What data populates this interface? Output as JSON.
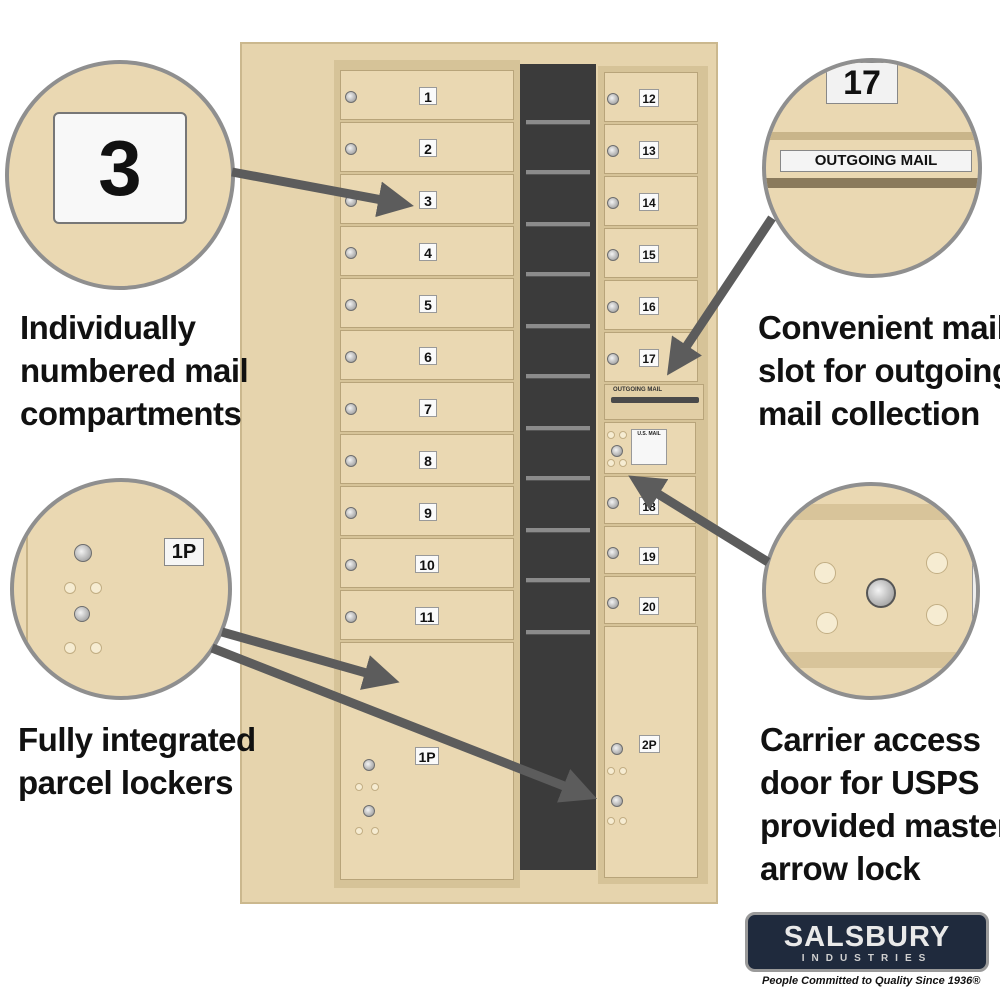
{
  "captions": {
    "compartments": [
      "Individually",
      "numbered mail",
      "compartments"
    ],
    "outgoing": [
      "Convenient mail",
      "slot for outgoing",
      "mail collection"
    ],
    "parcel": [
      "Fully integrated",
      "parcel lockers"
    ],
    "carrier": [
      "Carrier access",
      "door for USPS",
      "provided master",
      "arrow lock"
    ]
  },
  "callouts": {
    "compartment_number": "3",
    "slot_number": "17",
    "slot_label": "OUTGOING MAIL",
    "parcel_number": "1P"
  },
  "left_doors": [
    "1",
    "2",
    "3",
    "4",
    "5",
    "6",
    "7",
    "8",
    "9",
    "10",
    "11"
  ],
  "right_doors_top": [
    "12",
    "13",
    "14",
    "15",
    "16",
    "17"
  ],
  "right_doors_bottom": [
    "18",
    "19",
    "20"
  ],
  "parcel_lockers": {
    "left": "1P",
    "right": "2P"
  },
  "carrier_plate": "U.S. MAIL",
  "slot_plate": "OUTGOING MAIL",
  "logo": {
    "name": "SALSBURY",
    "sub": "INDUSTRIES",
    "tagline": "People Committed to Quality Since 1936®"
  },
  "colors": {
    "cabinet": "#e6d4ad",
    "arrow": "#5c5c5c",
    "logo_bg": "#1f2a3d"
  }
}
